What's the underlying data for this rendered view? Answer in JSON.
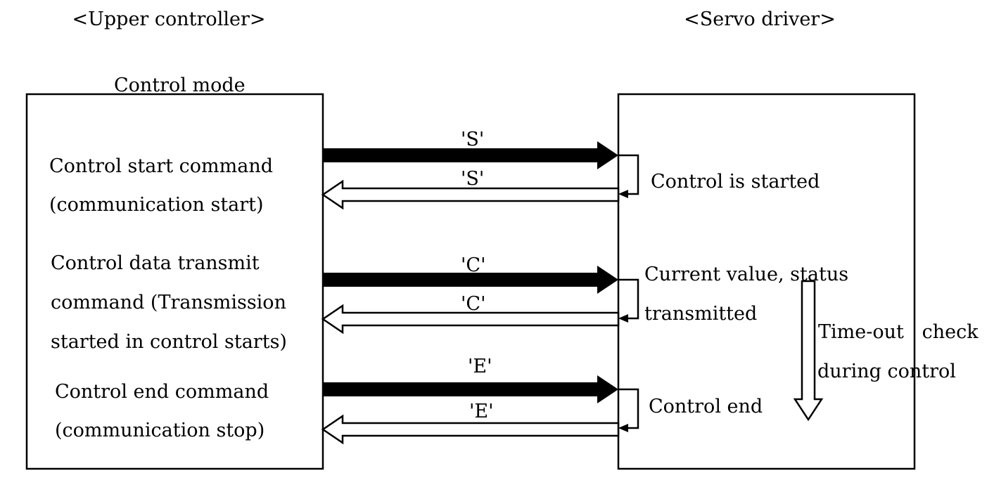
{
  "headers": {
    "upper_controller": "<Upper controller>",
    "servo_driver": "<Servo driver>"
  },
  "left_box": {
    "title": "Control mode",
    "lines": [
      "Control start command",
      "(communication start)",
      "Control data transmit",
      "command (Transmission",
      "started in control starts)",
      "Control end command",
      "(communication stop)"
    ]
  },
  "messages": [
    {
      "command": "'S'",
      "response": "'S'",
      "driver_text": [
        "Control is started"
      ]
    },
    {
      "command": "'C'",
      "response": "'C'",
      "driver_text": [
        "Current value, status",
        "transmitted"
      ]
    },
    {
      "command": "'E'",
      "response": "'E'",
      "driver_text": [
        "Control end"
      ]
    }
  ],
  "timeout": {
    "lines": [
      "Time-out   check",
      "during control"
    ]
  },
  "colors": {
    "line": "#000000",
    "background": "#ffffff"
  }
}
